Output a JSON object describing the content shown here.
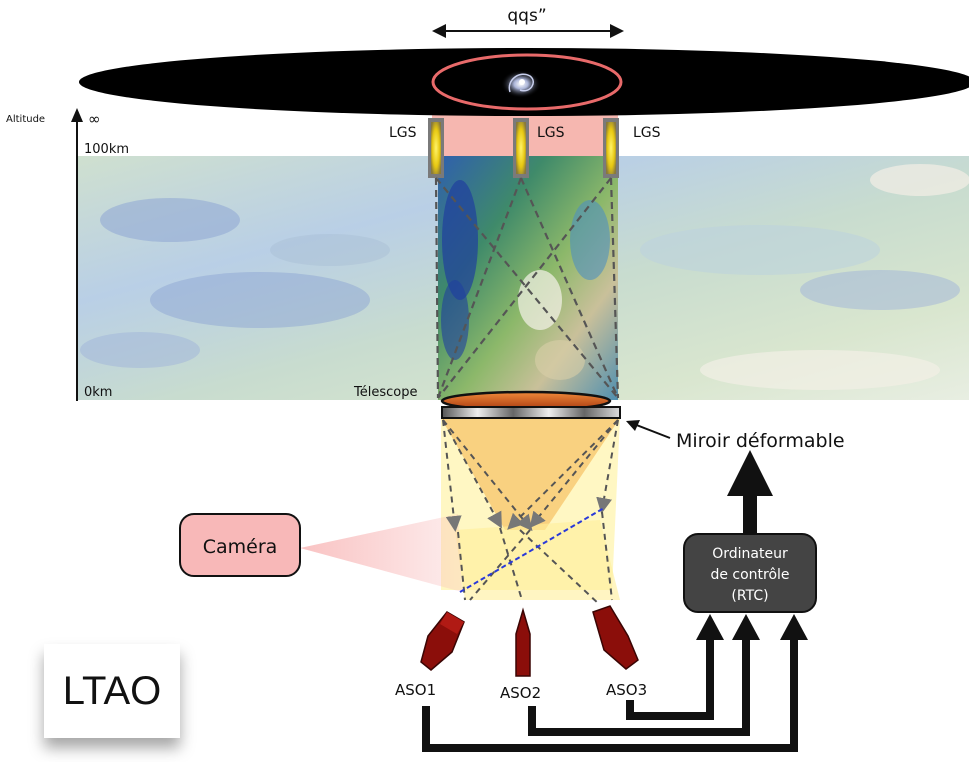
{
  "diagram": {
    "mode_badge": "LTAO",
    "field_of_view_label": "qqs”",
    "altitude_axis": {
      "label": "Altitude",
      "infinity_symbol": "∞",
      "top_tick": "100km",
      "bottom_tick": "0km"
    },
    "laser_guide_stars": [
      "LGS",
      "LGS",
      "LGS"
    ],
    "telescope_label": "Télescope",
    "deformable_mirror_label": "Miroir déformable",
    "camera_label": "Caméra",
    "controller": {
      "line1": "Ordinateur",
      "line2": "de contrôle",
      "line3": "(RTC)"
    },
    "wavefront_sensors": [
      "ASO1",
      "ASO2",
      "ASO3"
    ],
    "colors": {
      "sky_disk": "#000000",
      "science_field_ring": "#e86a6a",
      "lgs_beam": "#f6b7b0",
      "camera_box": "#f8b8b8",
      "controller_box": "#444444",
      "sensor": "#8b0e0a",
      "pupil_cone": "#f7c46a",
      "sensor_cones": "#fff2a8",
      "dichroic": "#2a3ad8",
      "arrows": "#111111"
    }
  }
}
